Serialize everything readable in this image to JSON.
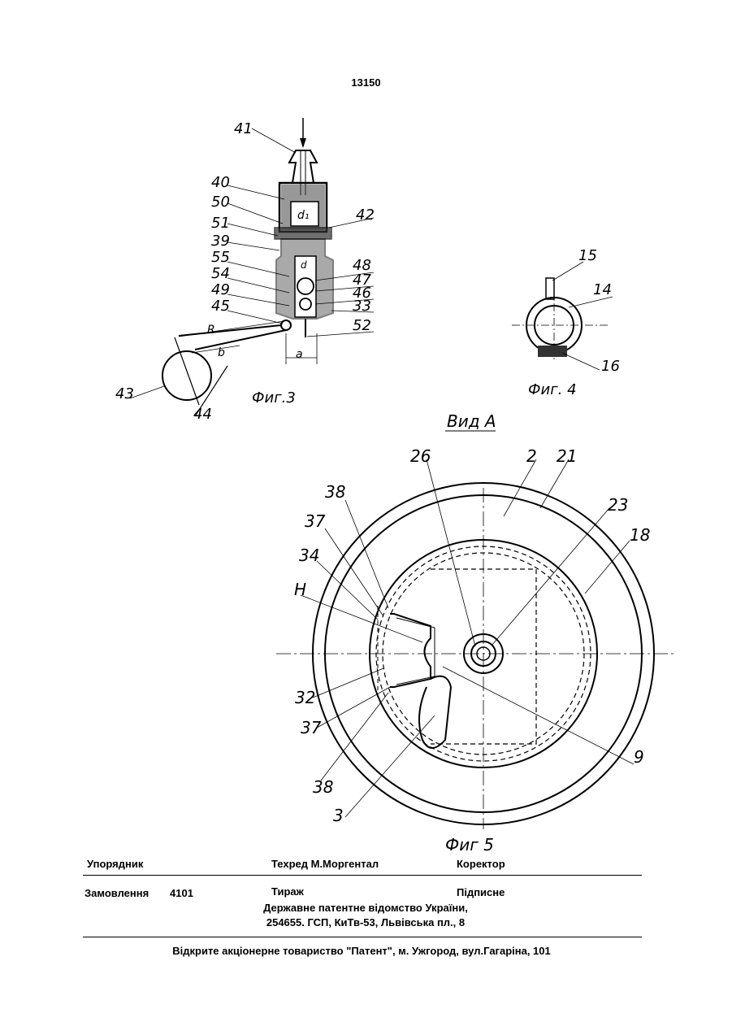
{
  "page_number": "13150",
  "figures": {
    "fig3": {
      "caption": "Фиг.3",
      "labels": [
        "41",
        "40",
        "50",
        "51",
        "39",
        "55",
        "54",
        "49",
        "45",
        "42",
        "48",
        "47",
        "46",
        "33",
        "52",
        "R",
        "b",
        "a",
        "43",
        "44"
      ],
      "inner_label": "d₁",
      "inner_label2": "d"
    },
    "fig4": {
      "caption": "Фиг. 4",
      "labels": [
        "15",
        "14",
        "16"
      ]
    },
    "fig5": {
      "view_title": "Вид А",
      "caption": "Фиг 5",
      "labels": [
        "26",
        "2",
        "21",
        "23",
        "18",
        "38",
        "37",
        "34",
        "Н",
        "32",
        "37",
        "38",
        "3",
        "9"
      ]
    }
  },
  "footer": {
    "compiler_label": "Упорядник",
    "techred_label": "Техред М.Моргентал",
    "corrector_label": "Коректор",
    "order_label": "Замовлення",
    "order_number": "4101",
    "circulation_label": "Тираж",
    "signed_label": "Підписне",
    "office_line1": "Державне патентне відомство України,",
    "office_line2": "254655. ГСП, КиТв-53, Львівська пл., 8",
    "publisher_line": "Відкрите акціонерне товариство \"Патент\", м. Ужгород, вул.Гагаріна, 101"
  }
}
